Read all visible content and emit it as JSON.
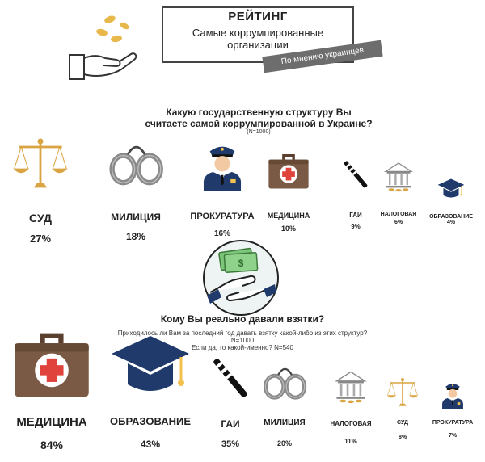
{
  "header": {
    "title": "РЕЙТИНГ",
    "subtitle_line1": "Самые коррумпированные",
    "subtitle_line2": "организации",
    "ribbon": "По мнению украинцев"
  },
  "question1": {
    "line1": "Какую государственную структуру Вы",
    "line2": "считаете самой коррумпированной в Украине?",
    "sample": "(N=1000)"
  },
  "question2": {
    "title": "Кому Вы реально давали взятки?",
    "line1": "Приходилось ли Вам за последний год давать взятку какой-либо  из этих структур?",
    "line2": "N=1000",
    "line3": "Если да, то какой-именно? N=540"
  },
  "colors": {
    "gold": "#d9a441",
    "navy": "#1f3a6b",
    "red": "#e0433b",
    "brown": "#7a5a44",
    "gray": "#8a8a8a"
  },
  "chart_data": [
    {
      "type": "bar",
      "title": "Какую государственную структуру Вы считаете самой коррумпированной в Украине?",
      "categories": [
        "СУД",
        "МИЛИЦИЯ",
        "ПРОКУРАТУРА",
        "МЕДИЦИНА",
        "ГАИ",
        "НАЛОГОВАЯ",
        "ОБРАЗОВАНИЕ"
      ],
      "values": [
        27,
        18,
        16,
        10,
        9,
        6,
        4
      ],
      "value_labels": [
        "27%",
        "18%",
        "16%",
        "10%",
        "9%",
        "6%",
        "4%"
      ],
      "icons": [
        "scales-icon",
        "handcuffs-icon",
        "prosecutor-icon",
        "medkit-icon",
        "baton-icon",
        "tax-building-icon",
        "graduation-cap-icon"
      ],
      "unit": "%"
    },
    {
      "type": "bar",
      "title": "Кому Вы реально давали взятки?",
      "categories": [
        "МЕДИЦИНА",
        "ОБРАЗОВАНИЕ",
        "ГАИ",
        "МИЛИЦИЯ",
        "НАЛОГОВАЯ",
        "СУД",
        "ПРОКУРАТУРА"
      ],
      "values": [
        84,
        43,
        35,
        20,
        11,
        8,
        7
      ],
      "value_labels": [
        "84%",
        "43%",
        "35%",
        "20%",
        "11%",
        "8%",
        "7%"
      ],
      "icons": [
        "medkit-icon",
        "graduation-cap-icon",
        "baton-icon",
        "handcuffs-icon",
        "tax-building-icon",
        "scales-icon",
        "prosecutor-icon"
      ],
      "unit": "%"
    }
  ]
}
